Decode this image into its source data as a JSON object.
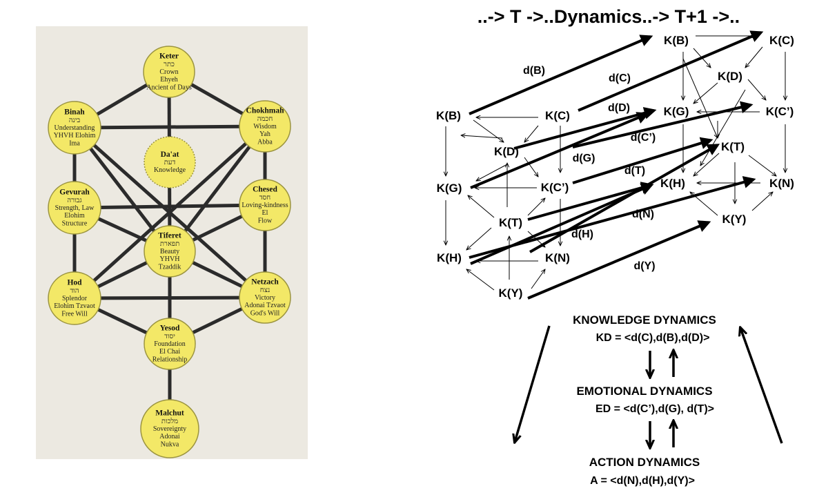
{
  "tree": {
    "sefirot": [
      {
        "id": "keter",
        "name": "Keter",
        "lines": [
          "כתר",
          "Crown",
          "Ehyeh",
          "Ancient of Days"
        ]
      },
      {
        "id": "binah",
        "name": "Binah",
        "lines": [
          "בינה",
          "Understanding",
          "YHVH Elohim",
          "Ima"
        ]
      },
      {
        "id": "chokhmah",
        "name": "Chokhmah",
        "lines": [
          "חכמה",
          "Wisdom",
          "Yah",
          "Abba"
        ]
      },
      {
        "id": "daat",
        "name": "Da'at",
        "lines": [
          "דעת",
          "Knowledge"
        ]
      },
      {
        "id": "gevurah",
        "name": "Gevurah",
        "lines": [
          "גבורה",
          "Strength, Law",
          "Elohim",
          "Structure"
        ]
      },
      {
        "id": "chesed",
        "name": "Chesed",
        "lines": [
          "חסד",
          "Loving-kindness",
          "El",
          "Flow"
        ]
      },
      {
        "id": "tiferet",
        "name": "Tiferet",
        "lines": [
          "תפארת",
          "Beauty",
          "YHVH",
          "Tzaddik"
        ]
      },
      {
        "id": "hod",
        "name": "Hod",
        "lines": [
          "הוד",
          "Splendor",
          "Elohim Tzvaot",
          "Free Will"
        ]
      },
      {
        "id": "netzach",
        "name": "Netzach",
        "lines": [
          "נצח",
          "Victory",
          "Adonai Tzvaot",
          "God's Will"
        ]
      },
      {
        "id": "yesod",
        "name": "Yesod",
        "lines": [
          "יסוד",
          "Foundation",
          "El Chai",
          "Relationship"
        ]
      },
      {
        "id": "malchut",
        "name": "Malchut",
        "lines": [
          "מלכות",
          "Sovereignty",
          "Adonai",
          "Nukva"
        ]
      }
    ]
  },
  "dynamics": {
    "header": "..-> T ->..Dynamics..-> T+1 ->..",
    "nodes": [
      {
        "id": "B0",
        "label": "K(B)"
      },
      {
        "id": "C0",
        "label": "K(C)"
      },
      {
        "id": "D0",
        "label": "K(D)"
      },
      {
        "id": "G0",
        "label": "K(G)"
      },
      {
        "id": "Cp0",
        "label": "K(C’)"
      },
      {
        "id": "T0",
        "label": "K(T)"
      },
      {
        "id": "H0",
        "label": "K(H)"
      },
      {
        "id": "N0",
        "label": "K(N)"
      },
      {
        "id": "Y0",
        "label": "K(Y)"
      },
      {
        "id": "B1",
        "label": "K(B)"
      },
      {
        "id": "C1",
        "label": "K(C)"
      },
      {
        "id": "D1",
        "label": "K(D)"
      },
      {
        "id": "G1",
        "label": "K(G)"
      },
      {
        "id": "Cp1",
        "label": "K(C’)"
      },
      {
        "id": "T1",
        "label": "K(T)"
      },
      {
        "id": "H1",
        "label": "K(H)"
      },
      {
        "id": "N1",
        "label": "K(N)"
      },
      {
        "id": "Y1",
        "label": "K(Y)"
      }
    ],
    "d_labels": [
      {
        "id": "dB",
        "label": "d(B)"
      },
      {
        "id": "dC",
        "label": "d(C)"
      },
      {
        "id": "dD",
        "label": "d(D)"
      },
      {
        "id": "dCp",
        "label": "d(C’)"
      },
      {
        "id": "dG",
        "label": "d(G)"
      },
      {
        "id": "dT",
        "label": "d(T)"
      },
      {
        "id": "dN",
        "label": "d(N)"
      },
      {
        "id": "dH",
        "label": "d(H)"
      },
      {
        "id": "dY",
        "label": "d(Y)"
      }
    ],
    "summary": {
      "knowledge_title": "KNOWLEDGE DYNAMICS",
      "knowledge_formula": "KD = <d(C),d(B),d(D)>",
      "emotional_title": "EMOTIONAL DYNAMICS",
      "emotional_formula": "ED = <d(C’),d(G), d(T)>",
      "action_title": "ACTION DYNAMICS",
      "action_formula": "A = <d(N),d(H),d(Y)>"
    }
  },
  "colors": {
    "sefira_fill": "#f3e867",
    "sefira_stroke": "#9b9440",
    "path_line": "#2b2b2b",
    "panel_bg": "#ece9e1"
  }
}
